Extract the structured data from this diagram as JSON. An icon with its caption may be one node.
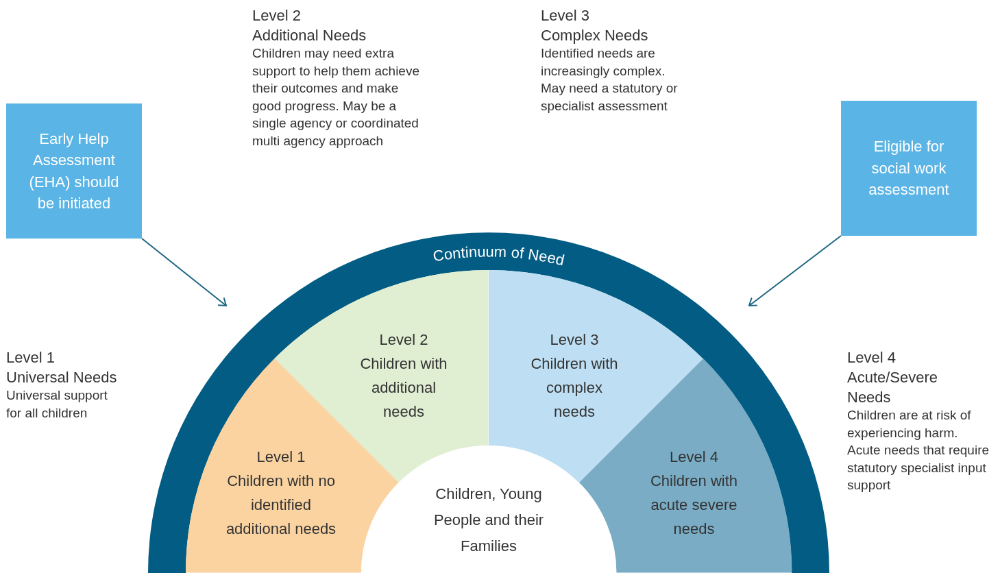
{
  "diagram": {
    "nodes": [
      {
        "text": [
          "Early Help Assessment (EHA) should be initiated"
        ]
      },
      {
        "text": [
          "Eligible for social work assessment"
        ]
      },
      {
        "text": [
          "Continuum of Need"
        ]
      },
      {
        "text": [
          "Level 2",
          "Children with additional needs"
        ]
      },
      {
        "text": [
          "Level 3",
          "Children with complex needs"
        ]
      },
      {
        "text": [
          "Level 1",
          "Children with no identified additional needs"
        ]
      },
      {
        "text": [
          "Level 4",
          "Children with acute severe needs"
        ]
      },
      {
        "text": [
          "Children, Young People and their Families"
        ]
      }
    ],
    "edges": [
      {
        "from": 0,
        "to": null,
        "arrow": "to"
      },
      {
        "from": 1,
        "to": null,
        "arrow": "to"
      }
    ],
    "labels": [
      "Level 2",
      "Additional Needs",
      "Children may need extra support to help them achieve their outcomes and make good progress. May be a single agency or coordinated multi agency approach",
      "Level 3",
      "Complex Needs",
      "Identified needs are increasingly complex. May need a statutory or specialist assessment",
      "Level 1",
      "Universal Needs",
      "Universal support for all children",
      "Level 4",
      "Acute/Severe Needs",
      "Children are at risk of experiencing harm. Acute needs that require statutory specialist input support"
    ]
  }
}
